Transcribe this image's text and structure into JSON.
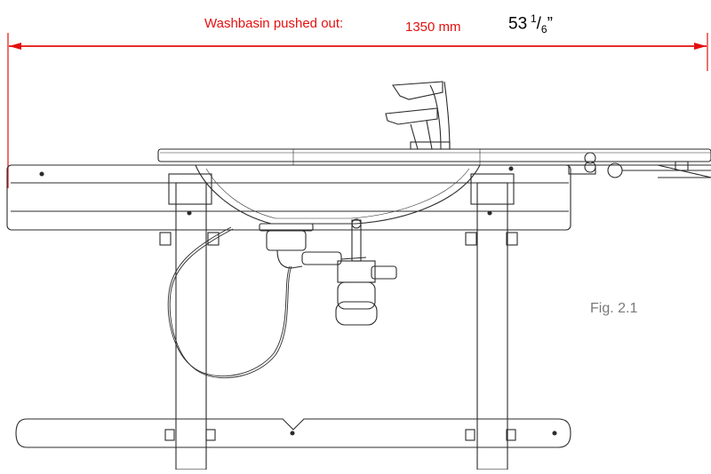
{
  "dimension": {
    "label": "Washbasin pushed out:",
    "metric": "1350 mm",
    "imperial_whole": "53",
    "imperial_num": "1",
    "imperial_den": "6",
    "imperial_mark": "”",
    "color": "#e3100f"
  },
  "figure": {
    "caption": "Fig. 2.1",
    "caption_color": "#7a7a7a",
    "line_color": "#2b2b2b"
  }
}
